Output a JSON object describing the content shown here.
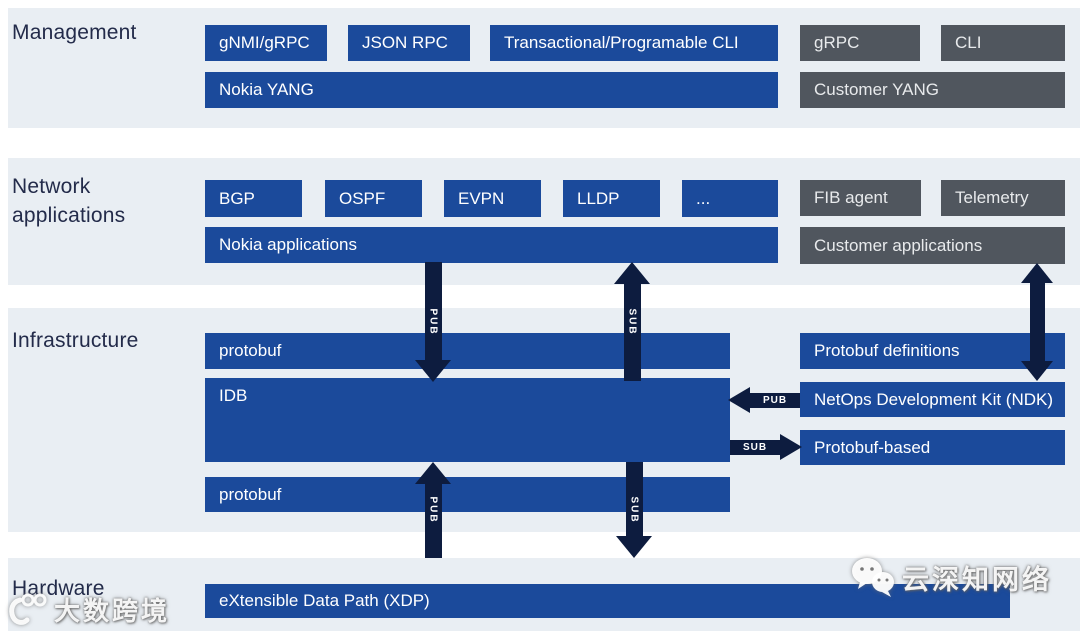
{
  "diagram": {
    "management": {
      "label": "Management",
      "gnmi_grpc": "gNMI/gRPC",
      "json_rpc": "JSON RPC",
      "trans_cli": "Transactional/Programable CLI",
      "grpc": "gRPC",
      "cli": "CLI",
      "nokia_yang": "Nokia YANG",
      "customer_yang": "Customer YANG"
    },
    "network_applications": {
      "label": "Network applications",
      "bgp": "BGP",
      "ospf": "OSPF",
      "evpn": "EVPN",
      "lldp": "LLDP",
      "more": "...",
      "fib_agent": "FIB agent",
      "telemetry": "Telemetry",
      "nokia_apps": "Nokia applications",
      "customer_apps": "Customer applications"
    },
    "infrastructure": {
      "label": "Infrastructure",
      "protobuf_top": "protobuf",
      "idb": "IDB",
      "protobuf_bottom": "protobuf",
      "protobuf_definitions": "Protobuf definitions",
      "ndk": "NetOps Development Kit (NDK)",
      "protobuf_based": "Protobuf-based"
    },
    "hardware": {
      "label": "Hardware",
      "xdp": "eXtensible Data Path (XDP)"
    },
    "arrows": {
      "pub_apps_to_idb": "PUB",
      "sub_idb_to_apps": "SUB",
      "pub_bottom_to_idb": "PUB",
      "sub_idb_to_bottom": "SUB",
      "pub_ndk_to_idb": "PUB",
      "sub_idb_to_protobuf_based": "SUB"
    }
  },
  "watermarks": {
    "bottom_left": "大数跨境",
    "right": "云深知网络"
  },
  "colors": {
    "nokia_blue": "#1b4a9b",
    "customer_gray": "#50565e",
    "arrow_navy": "#0d1c3f",
    "band_background": "#e9eef3",
    "section_label": "#232b4a"
  }
}
